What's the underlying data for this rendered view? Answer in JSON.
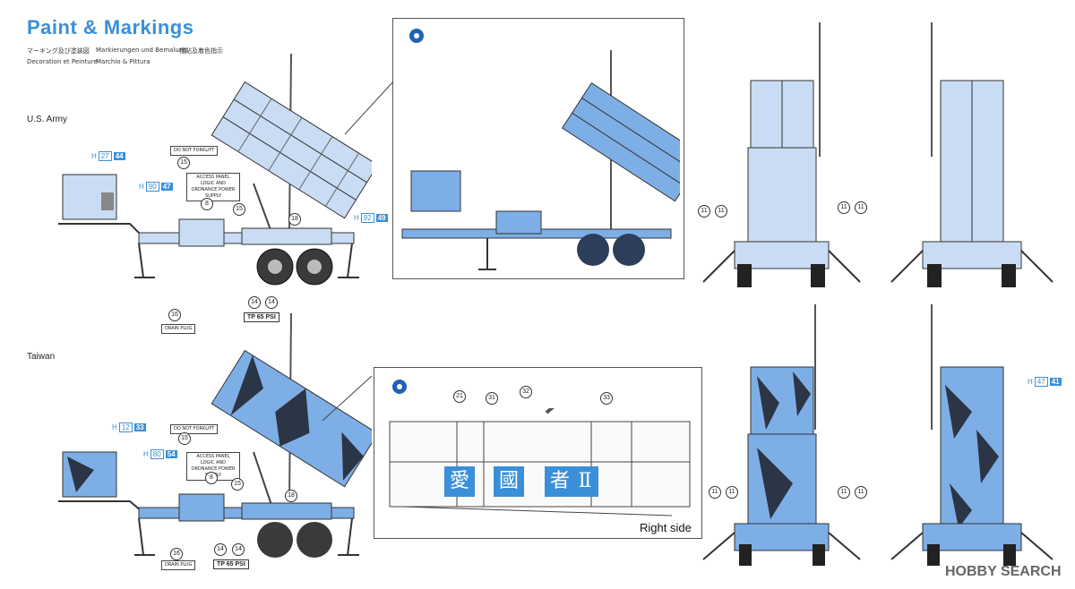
{
  "header": {
    "title": "Paint & Markings",
    "subtitles": [
      "マーキング及び塗装図",
      "Markierungen und Bemalung",
      "標貼及着色指示",
      "Decoration et Peinture",
      "Marchio & Pittura"
    ]
  },
  "sections": {
    "us_army": "U.S. Army",
    "taiwan": "Taiwan"
  },
  "colors": {
    "accent": "#3a8fd8",
    "camo_dark": "#2b3545",
    "vehicle_light": "#c9dcf3",
    "vehicle_blue": "#7eaee6"
  },
  "us": {
    "h1": {
      "h": "H",
      "a": "27",
      "b": "44"
    },
    "h2": {
      "h": "H",
      "a": "90",
      "b": "47"
    },
    "h3": {
      "h": "H",
      "a": "92",
      "b": "49"
    },
    "tag_liftoff": "DO NOT FORKLIFT",
    "tag_access": "ACCESS PANEL LOGIC AND ORDNANCE POWER SUPPLY",
    "tag_drain": "DRAIN PLUG",
    "psi": "TP 65 PSI",
    "callouts": {
      "c15a": "15",
      "c8": "8",
      "c15b": "15",
      "c18": "18",
      "c16": "16",
      "c14a": "14",
      "c14b": "14"
    }
  },
  "tw": {
    "h1": {
      "h": "H",
      "a": "12",
      "b": "33"
    },
    "h2": {
      "h": "H",
      "a": "80",
      "b": "54"
    },
    "h3": {
      "h": "H",
      "a": "47",
      "b": "41"
    },
    "tag_liftoff": "DO NOT FORKLIFT",
    "tag_access": "ACCESS PANEL LOGIC AND ORDNANCE POWER SUPPLY",
    "tag_drain": "DRAIN PLUG",
    "psi": "TP 65 PSI",
    "callouts": {
      "c15a": "15",
      "c8": "8",
      "c15b": "15",
      "c18": "18",
      "c16": "16",
      "c14a": "14",
      "c14b": "14"
    }
  },
  "rear_callouts": {
    "c11": "11"
  },
  "detail": {
    "callouts": [
      "21",
      "31",
      "32",
      "33"
    ],
    "kanji": [
      "愛",
      "國",
      "者",
      "Ⅱ"
    ],
    "label": "Right side"
  },
  "watermark": "HOBBY SEARCH"
}
